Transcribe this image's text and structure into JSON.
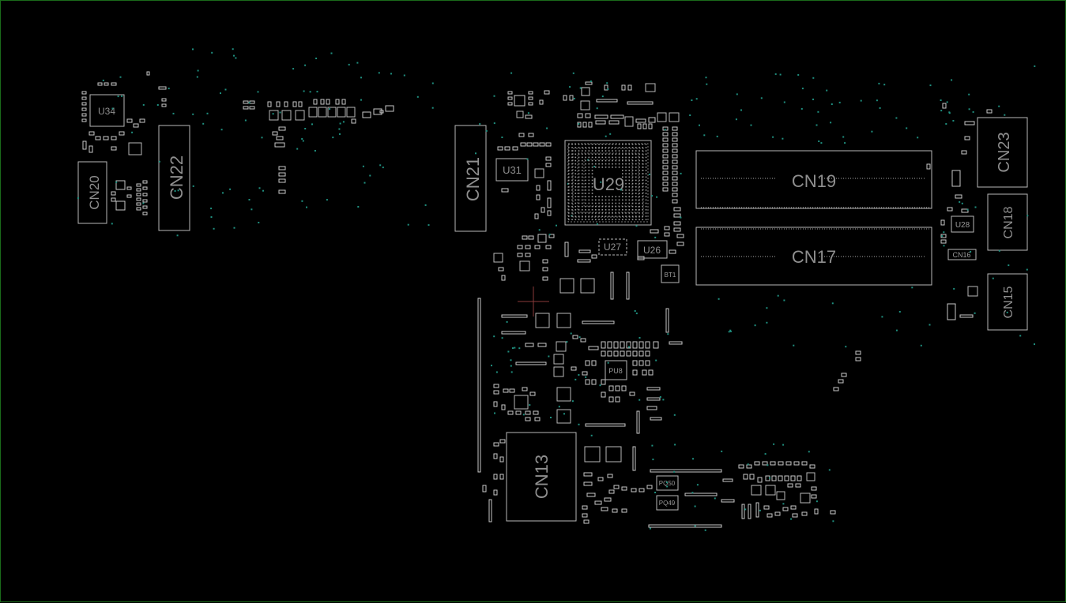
{
  "colors": {
    "background": "#000000",
    "outline": "#b8b8b8",
    "via": "#1f8f7f",
    "label": "#8f8f8f",
    "frame": "#1a6b1a"
  },
  "labels": {
    "u34": "U34",
    "cn20": "CN20",
    "cn22": "CN22",
    "cn21": "CN21",
    "u31": "U31",
    "u29": "U29",
    "cn19": "CN19",
    "cn17": "CN17",
    "cn23": "CN23",
    "cn18": "CN18",
    "u28": "U28",
    "cn16": "CN16",
    "cn15": "CN15",
    "u27": "U27",
    "u26": "U26",
    "bt1": "BT1",
    "pu8": "PU8",
    "cn13": "CN13",
    "pq50": "PQ50",
    "pq49": "PQ49"
  }
}
